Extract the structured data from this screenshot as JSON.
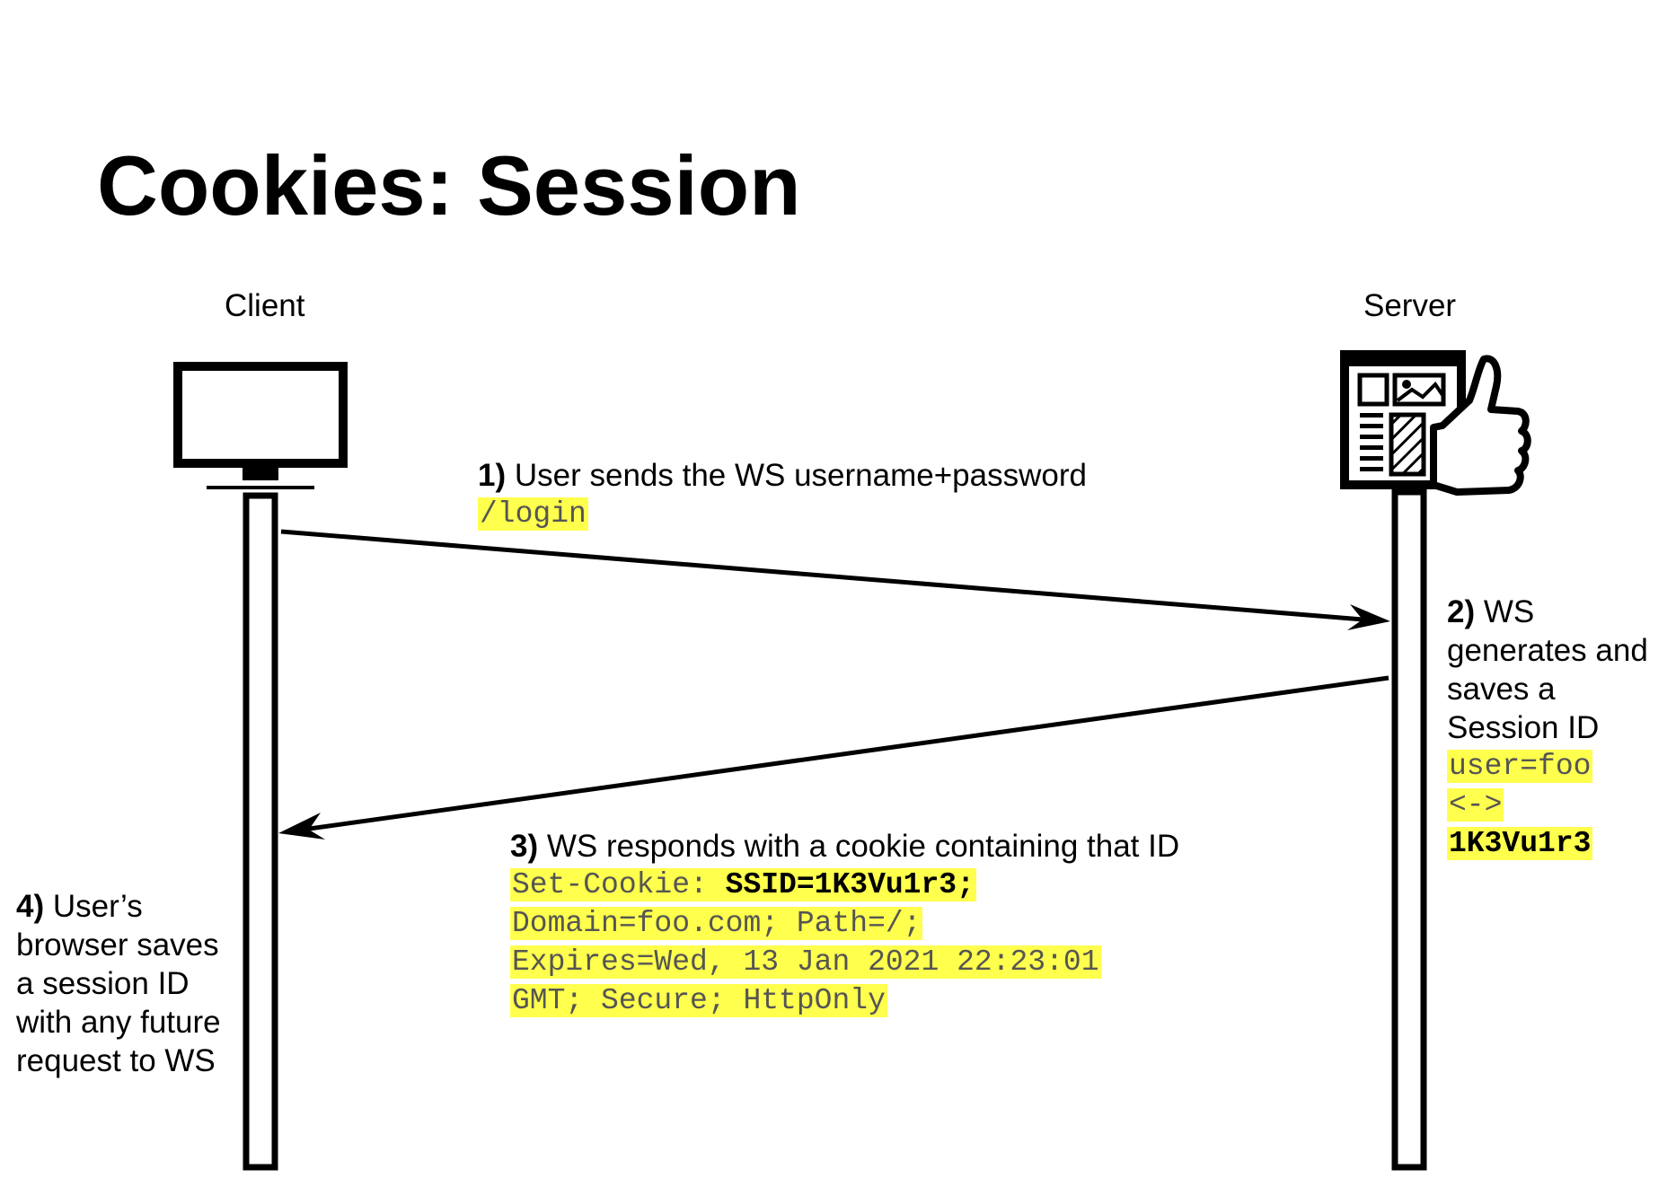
{
  "title": "Cookies: Session",
  "actors": {
    "client": "Client",
    "server": "Server"
  },
  "steps": {
    "step1": {
      "number": "1)",
      "text": "User sends the WS username+password",
      "code": "/login"
    },
    "step2": {
      "number": "2)",
      "lines": [
        "WS",
        "generates and",
        "saves a",
        "Session ID"
      ],
      "code_lines": [
        "user=foo",
        "<->",
        "1K3Vu1r3"
      ]
    },
    "step3": {
      "number": "3)",
      "text": "WS responds with a cookie containing that ID",
      "code_prefix": "Set-Cookie: ",
      "code_strong": "SSID=1K3Vu1r3;",
      "code_lines": [
        "Domain=foo.com; Path=/;",
        "Expires=Wed, 13 Jan 2021 22:23:01",
        "GMT; Secure; HttpOnly"
      ]
    },
    "step4": {
      "number": "4)",
      "first_line": "User’s",
      "lines": [
        "browser saves",
        "a session ID",
        "with any future",
        "request to WS"
      ]
    }
  },
  "icons": {
    "client": "desktop-monitor-icon",
    "server": "web-server-thumbs-up-icon"
  },
  "colors": {
    "highlight": "#ffff4d",
    "code_text": "#555555",
    "line": "#000000"
  }
}
